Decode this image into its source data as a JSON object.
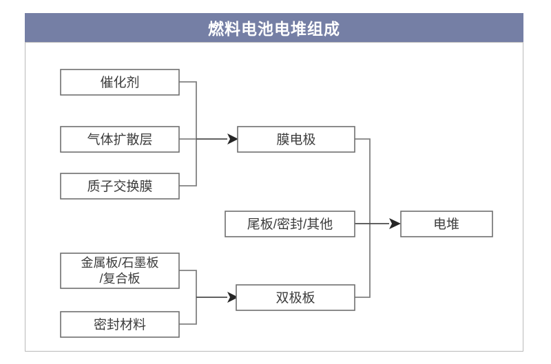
{
  "header": {
    "title": "燃料电池电堆组成"
  },
  "diagram": {
    "type": "flowchart",
    "orientation": "left-to-right",
    "nodes": [
      {
        "id": "catalyst",
        "label": "催化剂",
        "group": "mea-inputs",
        "column": 1
      },
      {
        "id": "gdl",
        "label": "气体扩散层",
        "group": "mea-inputs",
        "column": 1
      },
      {
        "id": "pem",
        "label": "质子交换膜",
        "group": "mea-inputs",
        "column": 1
      },
      {
        "id": "plate-material",
        "label_line1": "金属板/石墨板",
        "label_line2": "/复合板",
        "group": "bipolar-inputs",
        "column": 1
      },
      {
        "id": "seal-material",
        "label": "密封材料",
        "group": "bipolar-inputs",
        "column": 1
      },
      {
        "id": "mea",
        "label": "膜电极",
        "group": "stack-inputs",
        "column": 2
      },
      {
        "id": "endplate-other",
        "label": "尾板/密封/其他",
        "group": "stack-inputs",
        "column": 2
      },
      {
        "id": "bipolar-plate",
        "label": "双极板",
        "group": "stack-inputs",
        "column": 2
      },
      {
        "id": "stack",
        "label": "电堆",
        "group": "output",
        "column": 3
      }
    ],
    "edges": [
      {
        "from": "catalyst",
        "to": "mea",
        "style": "bracket"
      },
      {
        "from": "gdl",
        "to": "mea",
        "style": "bracket-arrow"
      },
      {
        "from": "pem",
        "to": "mea",
        "style": "bracket"
      },
      {
        "from": "plate-material",
        "to": "bipolar-plate",
        "style": "bracket"
      },
      {
        "from": "seal-material",
        "to": "bipolar-plate",
        "style": "bracket"
      },
      {
        "from": "mea",
        "to": "stack",
        "style": "bracket"
      },
      {
        "from": "endplate-other",
        "to": "stack",
        "style": "bracket-arrow"
      },
      {
        "from": "bipolar-plate",
        "to": "stack",
        "style": "bracket"
      }
    ]
  },
  "colors": {
    "header_background": "#757fa5",
    "header_text": "#ffffff",
    "frame_border": "#b9b9b9",
    "box_border": "#6e6e6e",
    "box_fill": "#ffffff",
    "label_text": "#3c3c3c",
    "connector": "#808080",
    "arrow": "#262626"
  }
}
